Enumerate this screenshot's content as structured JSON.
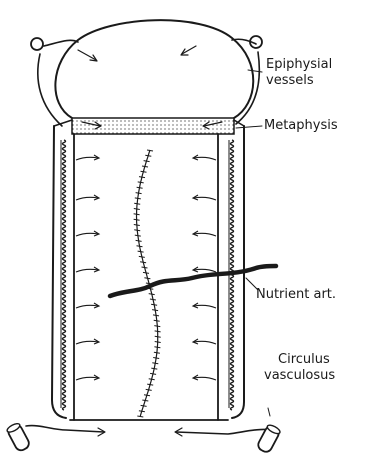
{
  "labels": {
    "epiphysial_line1": "Epiphysial",
    "epiphysial_line2": "vessels",
    "metaphysis": "Metaphysis",
    "nutrient": "Nutrient art.",
    "circulus_line1": "Circulus",
    "circulus_line2": "vasculosus"
  },
  "colors": {
    "ink": "#1a1a1a",
    "background": "#ffffff"
  }
}
